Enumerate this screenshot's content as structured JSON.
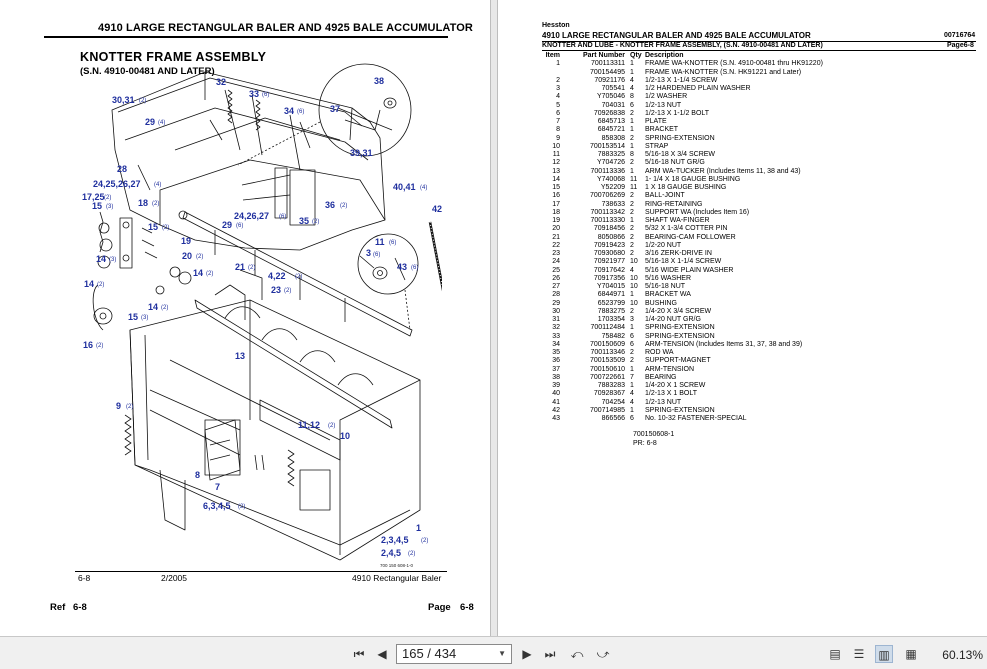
{
  "left_page": {
    "title": "4910 LARGE RECTANGULAR BALER AND 4925 BALE ACCUMULATOR",
    "section": "KNOTTER FRAME ASSEMBLY",
    "serial": "(S.N. 4910-00481 AND LATER)",
    "drawing_number": "700 150 608-1-0",
    "footer_page": "6-8",
    "footer_date": "2/2005",
    "footer_model": "4910 Rectangular Baler",
    "ref_label": "Ref",
    "ref_value": "6-8",
    "page_label": "Page",
    "page_value": "6-8",
    "callouts": {
      "c38": "38",
      "c37": "37",
      "c3931": "39,31",
      "c32": "32",
      "c33": "33",
      "c33q": "(6)",
      "c3031": "30,31",
      "c3031q": "(2)",
      "c34": "34",
      "c34q": "(6)",
      "c29a": "29",
      "c29aq": "(4)",
      "c28": "28",
      "c24a": "24,25,26,27",
      "c24aq": "(4)",
      "c4041": "40,41",
      "c4041q": "(4)",
      "c17": "17,25",
      "c17q": "(2)",
      "c18": "18",
      "c18q": "(2)",
      "c36": "36",
      "c36q": "(2)",
      "c15a": "15",
      "c15aq": "(3)",
      "c15b": "15",
      "c15bq": "(2)",
      "c19": "19",
      "c24b": "24,26,27",
      "c24bq": "(6)",
      "c29b": "29",
      "c29bq": "(6)",
      "c35": "35",
      "c35q": "(2)",
      "c42": "42",
      "c11a": "11",
      "c11aq": "(6)",
      "c3": "3",
      "c3q": "(6)",
      "c43": "43",
      "c43q": "(6)",
      "c20": "20",
      "c20q": "(2)",
      "c21": "21",
      "c21q": "(2)",
      "c422": "4,22",
      "c422q": "(2)",
      "c14a": "14",
      "c14aq": "(3)",
      "c14b": "14",
      "c14bq": "(2)",
      "c23": "23",
      "c23q": "(2)",
      "c14c": "14",
      "c14cq": "(2)",
      "c15c": "15",
      "c15cq": "(3)",
      "c14d": "14",
      "c14dq": "(2)",
      "c16": "16",
      "c16q": "(2)",
      "c13": "13",
      "c9": "9",
      "c9q": "(2)",
      "c1112": "11,12",
      "c1112q": "(2)",
      "c10": "10",
      "c8": "8",
      "c7": "7",
      "c6345": "6,3,4,5",
      "c6345q": "(2)",
      "c1": "1",
      "c2345": "2,3,4,5",
      "c2345q": "(2)",
      "c245": "2,4,5",
      "c245q": "(2)"
    }
  },
  "right_page": {
    "brand": "Hesston",
    "title": "4910 LARGE RECTANGULAR BALER AND 4925 BALE ACCUMULATOR",
    "doc_number": "00716764",
    "subtitle": "KNOTTER AND LUBE - KNOTTER FRAME ASSEMBLY, (S.N. 4910-00481 AND LATER)",
    "page_ref": "Page6-8",
    "col_item": "Item",
    "col_part": "Part Number",
    "col_qty": "Qty",
    "col_desc": "Description",
    "parts": [
      {
        "item": "1",
        "part": "700113311",
        "qty": "1",
        "desc": "FRAME WA-KNOTTER (S.N. 4910-00481 thru HK91220)"
      },
      {
        "item": "",
        "part": "700154495",
        "qty": "1",
        "desc": "FRAME WA-KNOTTER (S.N. HK91221 and Later)"
      },
      {
        "item": "2",
        "part": "70921176",
        "qty": "4",
        "desc": "1/2-13 X 1-1/4 SCREW"
      },
      {
        "item": "3",
        "part": "705541",
        "qty": "4",
        "desc": "1/2 HARDENED PLAIN WASHER"
      },
      {
        "item": "4",
        "part": "Y705046",
        "qty": "8",
        "desc": "1/2 WASHER"
      },
      {
        "item": "5",
        "part": "704031",
        "qty": "6",
        "desc": "1/2-13 NUT"
      },
      {
        "item": "6",
        "part": "70926838",
        "qty": "2",
        "desc": "1/2-13 X 1-1/2 BOLT"
      },
      {
        "item": "7",
        "part": "6845713",
        "qty": "1",
        "desc": "PLATE"
      },
      {
        "item": "8",
        "part": "6845721",
        "qty": "1",
        "desc": "BRACKET"
      },
      {
        "item": "9",
        "part": "858308",
        "qty": "2",
        "desc": "SPRING-EXTENSION"
      },
      {
        "item": "10",
        "part": "700153514",
        "qty": "1",
        "desc": "STRAP"
      },
      {
        "item": "11",
        "part": "7883325",
        "qty": "8",
        "desc": "5/16-18 X 3/4 SCREW"
      },
      {
        "item": "12",
        "part": "Y704726",
        "qty": "2",
        "desc": "5/16-18 NUT GR/G"
      },
      {
        "item": "13",
        "part": "700113336",
        "qty": "1",
        "desc": "ARM WA-TUCKER (Includes Items 11, 38 and 43)"
      },
      {
        "item": "14",
        "part": "Y740068",
        "qty": "11",
        "desc": "1- 1/4 X 18 GAUGE BUSHING"
      },
      {
        "item": "15",
        "part": "Y52209",
        "qty": "11",
        "desc": "1 X 18 GAUGE BUSHING"
      },
      {
        "item": "16",
        "part": "700706269",
        "qty": "2",
        "desc": "BALL-JOINT"
      },
      {
        "item": "17",
        "part": "738633",
        "qty": "2",
        "desc": "RING-RETAINING"
      },
      {
        "item": "18",
        "part": "700113342",
        "qty": "2",
        "desc": "SUPPORT WA (Includes Item 16)"
      },
      {
        "item": "19",
        "part": "700113330",
        "qty": "1",
        "desc": "SHAFT WA-FINGER"
      },
      {
        "item": "20",
        "part": "70918456",
        "qty": "2",
        "desc": "5/32 X 1-3/4 COTTER PIN"
      },
      {
        "item": "21",
        "part": "8050866",
        "qty": "2",
        "desc": "BEARING-CAM FOLLOWER"
      },
      {
        "item": "22",
        "part": "70919423",
        "qty": "2",
        "desc": "1/2-20 NUT"
      },
      {
        "item": "23",
        "part": "70930680",
        "qty": "2",
        "desc": "3/16 ZERK-DRIVE IN"
      },
      {
        "item": "24",
        "part": "70921977",
        "qty": "10",
        "desc": "5/16-18 X 1-1/4 SCREW"
      },
      {
        "item": "25",
        "part": "70917642",
        "qty": "4",
        "desc": "5/16 WIDE PLAIN WASHER"
      },
      {
        "item": "26",
        "part": "70917356",
        "qty": "10",
        "desc": "5/16 WASHER"
      },
      {
        "item": "27",
        "part": "Y704015",
        "qty": "10",
        "desc": "5/16-18 NUT"
      },
      {
        "item": "28",
        "part": "6844971",
        "qty": "1",
        "desc": "BRACKET WA"
      },
      {
        "item": "29",
        "part": "6523799",
        "qty": "10",
        "desc": "BUSHING"
      },
      {
        "item": "30",
        "part": "7883275",
        "qty": "2",
        "desc": "1/4-20 X 3/4 SCREW"
      },
      {
        "item": "31",
        "part": "1703354",
        "qty": "3",
        "desc": "1/4-20 NUT GR/G"
      },
      {
        "item": "32",
        "part": "700112484",
        "qty": "1",
        "desc": "SPRING-EXTENSION"
      },
      {
        "item": "33",
        "part": "758482",
        "qty": "6",
        "desc": "SPRING-EXTENSION"
      },
      {
        "item": "34",
        "part": "700150609",
        "qty": "6",
        "desc": "ARM-TENSION (Includes Items 31, 37, 38 and 39)"
      },
      {
        "item": "35",
        "part": "700113346",
        "qty": "2",
        "desc": "ROD WA"
      },
      {
        "item": "36",
        "part": "700153509",
        "qty": "2",
        "desc": "SUPPORT-MAGNET"
      },
      {
        "item": "37",
        "part": "700150610",
        "qty": "1",
        "desc": "ARM-TENSION"
      },
      {
        "item": "38",
        "part": "700722661",
        "qty": "7",
        "desc": "BEARING"
      },
      {
        "item": "39",
        "part": "7883283",
        "qty": "1",
        "desc": "1/4-20 X 1 SCREW"
      },
      {
        "item": "40",
        "part": "70928367",
        "qty": "4",
        "desc": "1/2-13 X 1 BOLT"
      },
      {
        "item": "41",
        "part": "704254",
        "qty": "4",
        "desc": "1/2-13 NUT"
      },
      {
        "item": "42",
        "part": "700714985",
        "qty": "1",
        "desc": "SPRING-EXTENSION"
      },
      {
        "item": "43",
        "part": "866566",
        "qty": "6",
        "desc": "No. 10-32 FASTENER-SPECIAL"
      }
    ],
    "end_code": "700150608-1",
    "end_pr": "PR: 6-8"
  },
  "toolbar": {
    "page_indicator": "165 / 434",
    "zoom": "60.13%"
  },
  "colors": {
    "callout": "#1f2f9e",
    "toolbar_bg": "#f0f0f0",
    "gutter": "#e8e8e8"
  }
}
